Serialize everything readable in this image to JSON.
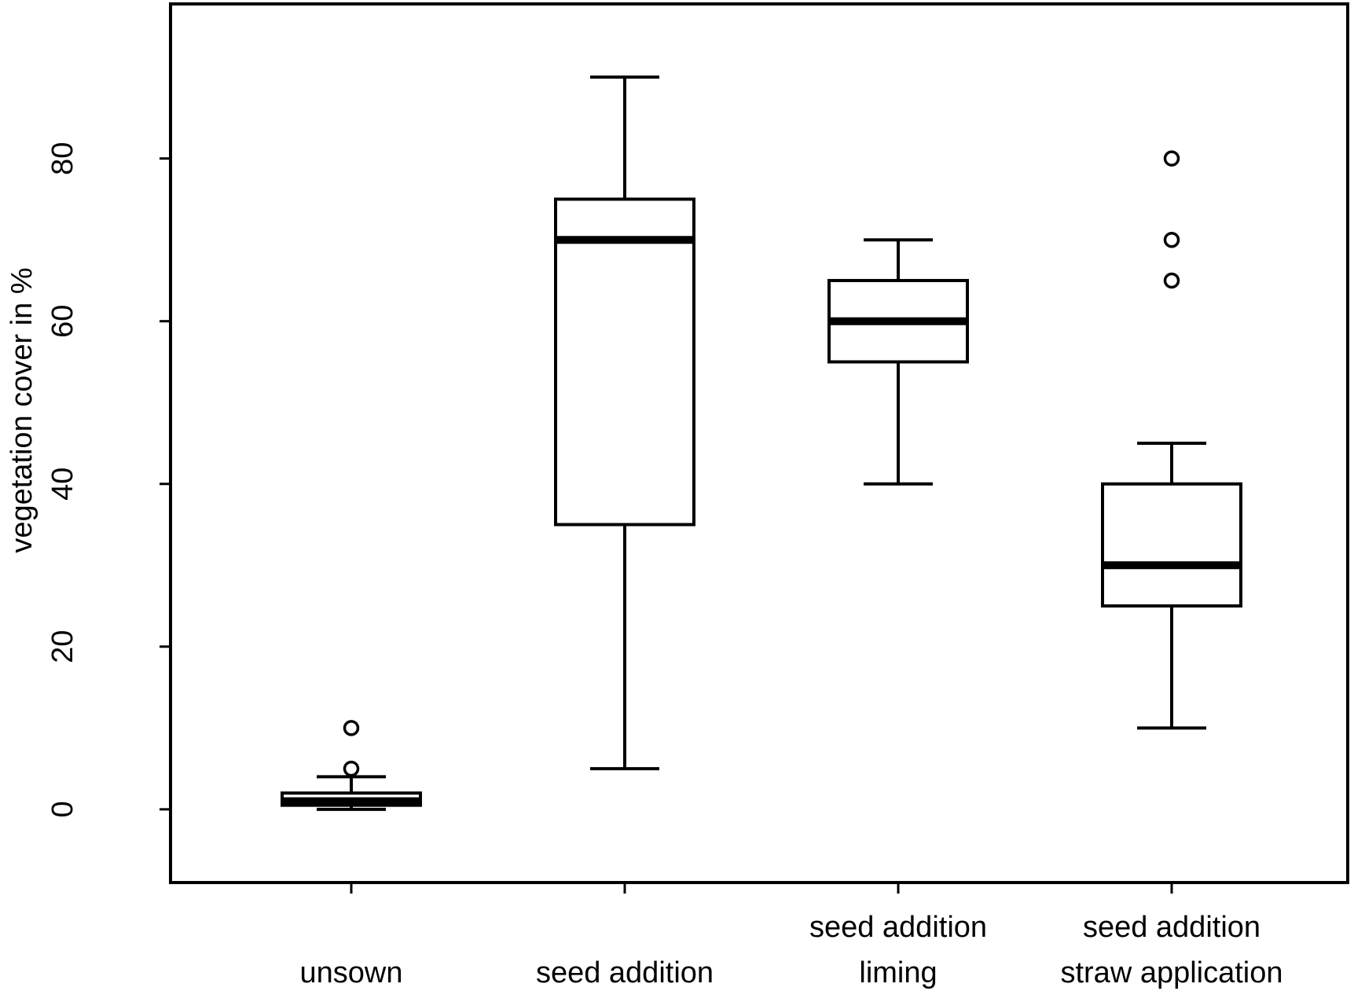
{
  "figure": {
    "background": "#ffffff",
    "ink_color": "#000000"
  },
  "chart_data": {
    "type": "boxplot",
    "title": "",
    "xlabel": "",
    "ylabel": "vegetation cover in %",
    "ylim": [
      -9,
      99
    ],
    "yticks": [
      0,
      20,
      40,
      60,
      80
    ],
    "grid": false,
    "legend": "none",
    "orientation": "vertical",
    "categories": [
      "unsown",
      "seed addition",
      "seed addition liming",
      "seed addition straw application"
    ],
    "category_label_lines": [
      [
        "unsown"
      ],
      [
        "seed addition"
      ],
      [
        "seed addition",
        "liming"
      ],
      [
        "seed addition",
        "straw application"
      ]
    ],
    "series": [
      {
        "name": "unsown",
        "whisker_low": 0,
        "q1": 0.5,
        "median": 1,
        "q3": 2,
        "whisker_high": 4,
        "outliers": [
          5,
          10
        ]
      },
      {
        "name": "seed addition",
        "whisker_low": 5,
        "q1": 35,
        "median": 70,
        "q3": 75,
        "whisker_high": 90,
        "outliers": []
      },
      {
        "name": "seed addition liming",
        "whisker_low": 40,
        "q1": 55,
        "median": 60,
        "q3": 65,
        "whisker_high": 70,
        "outliers": []
      },
      {
        "name": "seed addition straw application",
        "whisker_low": 10,
        "q1": 25,
        "median": 30,
        "q3": 40,
        "whisker_high": 45,
        "outliers": [
          65,
          70,
          80
        ]
      }
    ]
  }
}
